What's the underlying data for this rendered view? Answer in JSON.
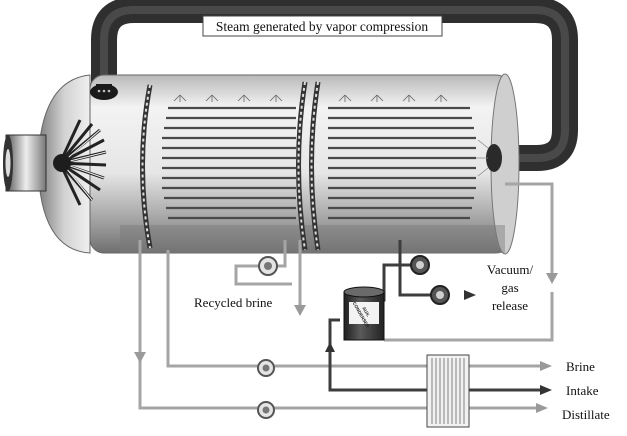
{
  "labels": {
    "steam": "Steam generated by vapor compression",
    "recycled_brine": "Recycled brine",
    "vacuum_line1": "Vacuum/",
    "vacuum_line2": "gas",
    "vacuum_line3": "release",
    "brine": "Brine",
    "intake": "Intake",
    "distillate": "Distillate",
    "aux_condenser_line1": "AUX.",
    "aux_condenser_line2": "CONDENSER"
  },
  "colors": {
    "steam_pipe": "#3a3a3a",
    "vessel_shell": "#d9d9d9",
    "vessel_shadow": "#8a8a8a",
    "tube_dark": "#4a4a4a",
    "light_pipe": "#a9a9a9",
    "dark_pipe": "#3d3d3d",
    "background": "#ffffff"
  },
  "icons": [
    "compressor-icon",
    "pump-icon",
    "heat-exchanger-icon",
    "auxiliary-condenser-icon",
    "spray-nozzle-icon"
  ]
}
